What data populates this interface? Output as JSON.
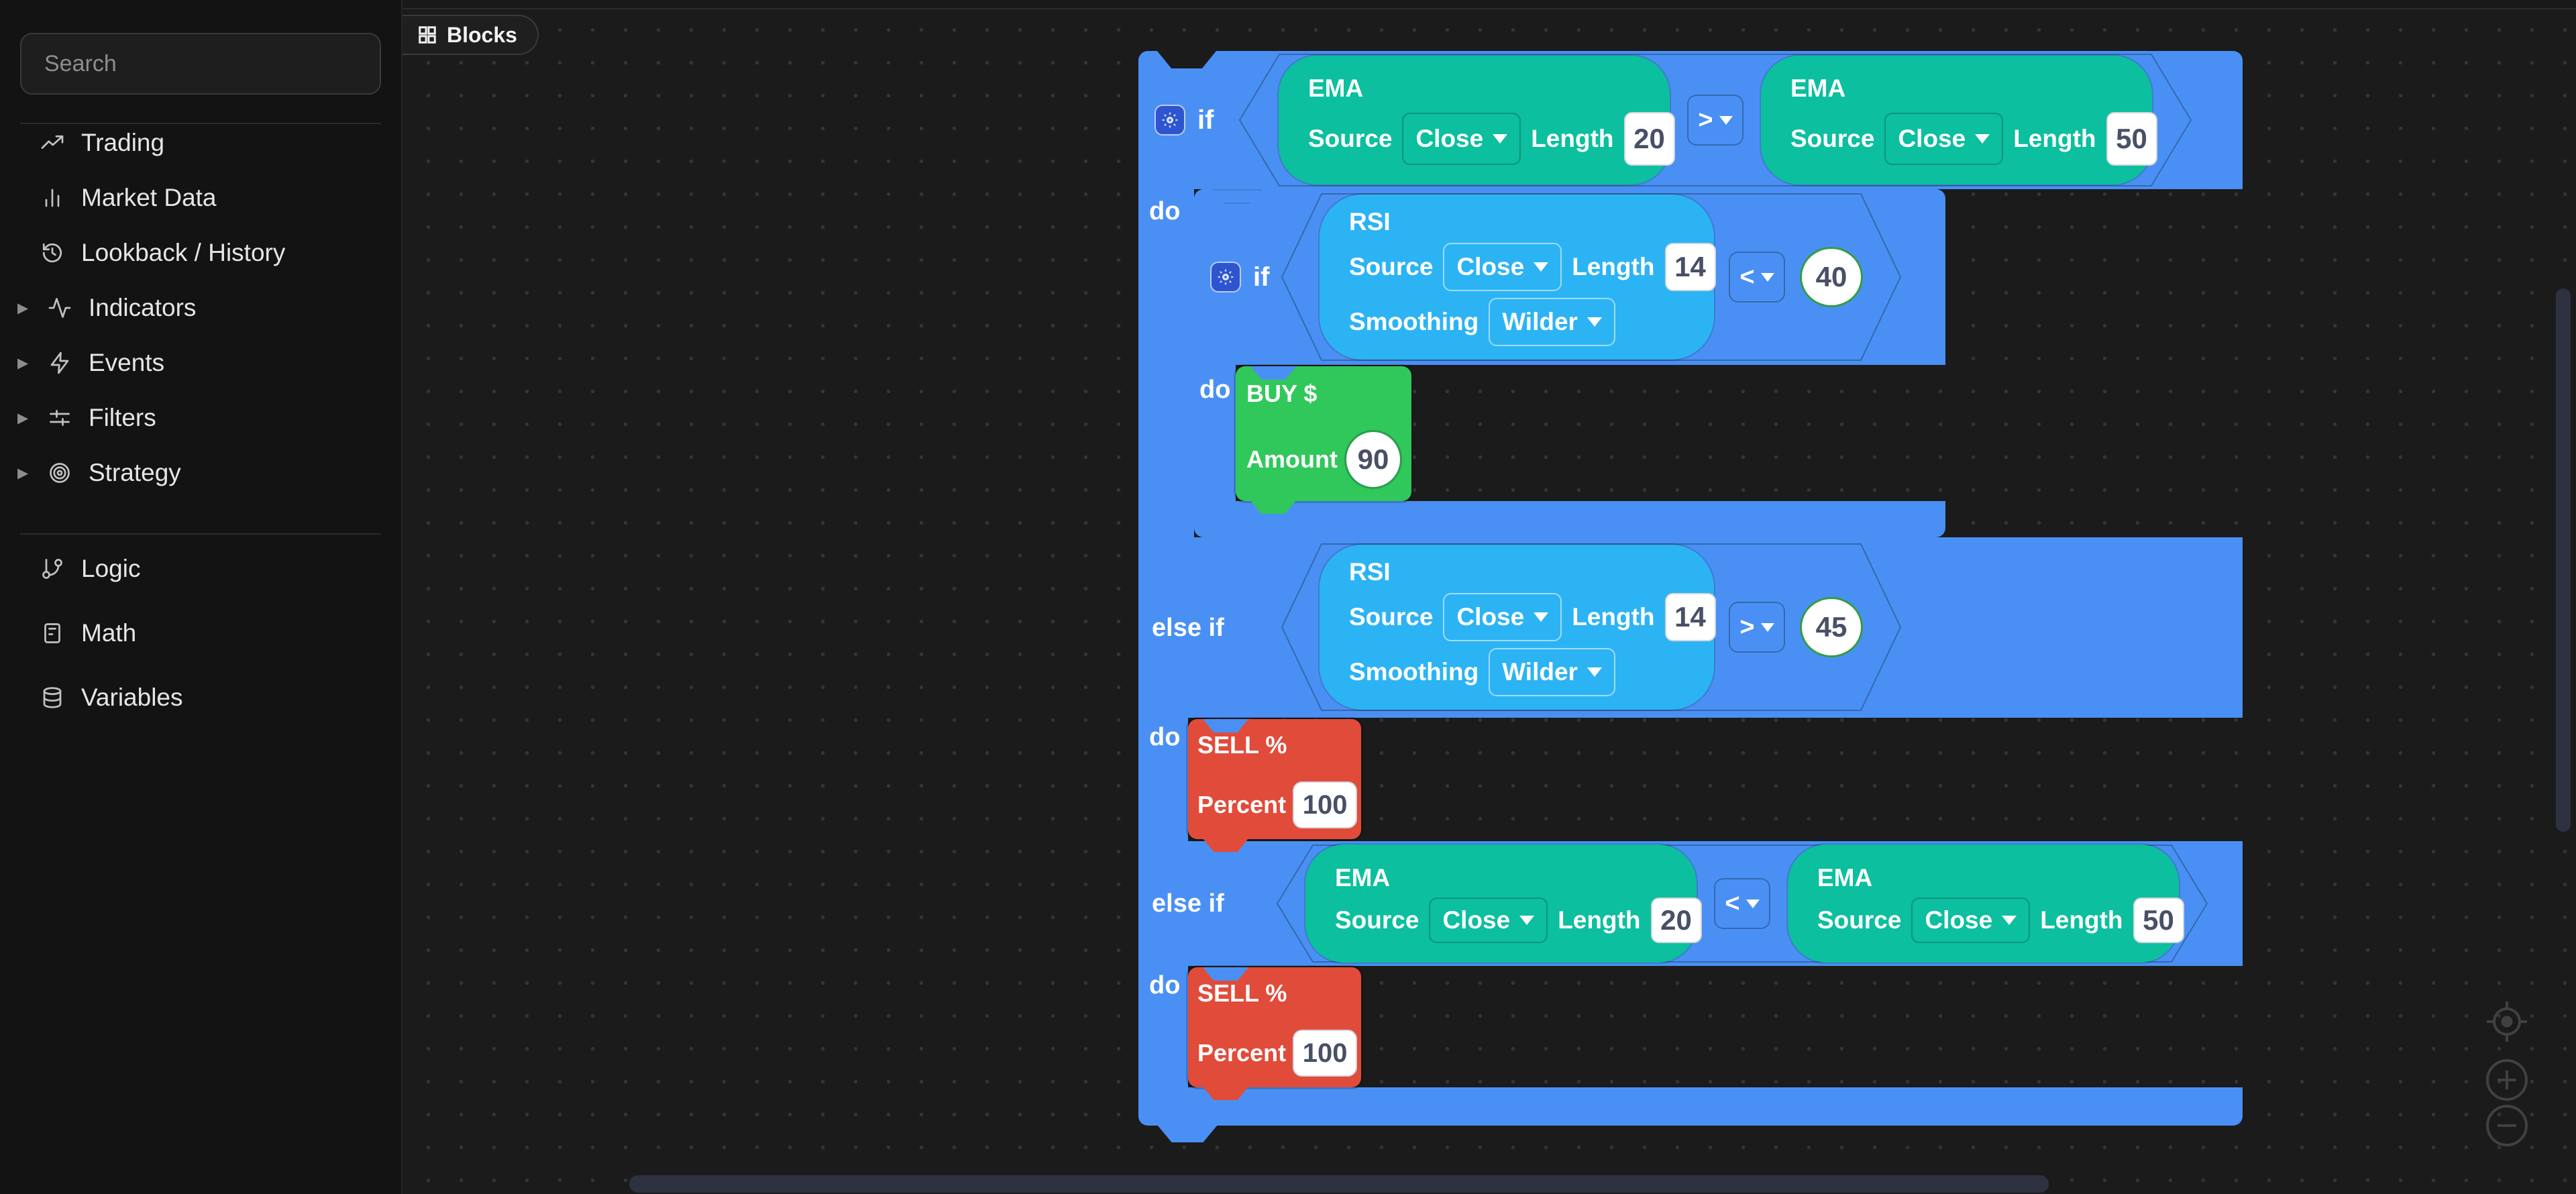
{
  "sidebar": {
    "search": {
      "placeholder": "Search"
    },
    "items": [
      {
        "label": "Trading",
        "icon": "trending-up-icon",
        "expandable": false
      },
      {
        "label": "Market Data",
        "icon": "bar-chart-icon",
        "expandable": false
      },
      {
        "label": "Lookback / History",
        "icon": "history-icon",
        "expandable": false
      },
      {
        "label": "Indicators",
        "icon": "activity-icon",
        "expandable": true
      },
      {
        "label": "Events",
        "icon": "zap-icon",
        "expandable": true
      },
      {
        "label": "Filters",
        "icon": "sliders-icon",
        "expandable": true
      },
      {
        "label": "Strategy",
        "icon": "target-icon",
        "expandable": true
      },
      {
        "label": "Logic",
        "icon": "git-branch-icon",
        "expandable": false
      },
      {
        "label": "Math",
        "icon": "calculator-icon",
        "expandable": false
      },
      {
        "label": "Variables",
        "icon": "database-icon",
        "expandable": false
      }
    ]
  },
  "toolbar": {
    "blocks_tab_label": "Blocks"
  },
  "workspace": {
    "labels": {
      "if1": "if",
      "do1": "do",
      "if2": "if",
      "do2": "do",
      "elseif1": "else if",
      "do3": "do",
      "elseif2": "else if",
      "do4": "do"
    },
    "blocks": {
      "ema_fast_top": {
        "title": "EMA",
        "source_label": "Source",
        "source": "Close",
        "length_label": "Length",
        "length": "20"
      },
      "cmp_top": {
        "operator": ">"
      },
      "ema_slow_top": {
        "title": "EMA",
        "source_label": "Source",
        "source": "Close",
        "length_label": "Length",
        "length": "50"
      },
      "rsi_entry": {
        "title": "RSI",
        "source_label": "Source",
        "source": "Close",
        "length_label": "Length",
        "length": "14",
        "smoothing_label": "Smoothing",
        "smoothing": "Wilder"
      },
      "cmp_entry": {
        "operator": "<"
      },
      "entry_threshold": {
        "value": "40"
      },
      "buy": {
        "title": "BUY $",
        "amount_label": "Amount",
        "amount": "90"
      },
      "rsi_exit": {
        "title": "RSI",
        "source_label": "Source",
        "source": "Close",
        "length_label": "Length",
        "length": "14",
        "smoothing_label": "Smoothing",
        "smoothing": "Wilder"
      },
      "cmp_exit": {
        "operator": ">"
      },
      "exit_threshold": {
        "value": "45"
      },
      "sell_1": {
        "title": "SELL %",
        "percent_label": "Percent",
        "percent": "100"
      },
      "ema_fast_bottom": {
        "title": "EMA",
        "source_label": "Source",
        "source": "Close",
        "length_label": "Length",
        "length": "20"
      },
      "cmp_bottom": {
        "operator": "<"
      },
      "ema_slow_bottom": {
        "title": "EMA",
        "source_label": "Source",
        "source": "Close",
        "length_label": "Length",
        "length": "50"
      },
      "sell_2": {
        "title": "SELL %",
        "percent_label": "Percent",
        "percent": "100"
      }
    }
  },
  "controls": {
    "zoom": {
      "center_icon": "crosshair",
      "in_icon": "plus-circle",
      "out_icon": "minus-circle"
    }
  },
  "colors": {
    "canvas_bg": "#1b1b1b",
    "sidebar_bg": "#131313",
    "block_blue": "#4a90f4",
    "indicator_teal": "#0cbf9e",
    "indicator_blue": "#2cb3f4",
    "action_green": "#30c75b",
    "action_red": "#e14b3a",
    "scrollbar": "#2e3240"
  }
}
